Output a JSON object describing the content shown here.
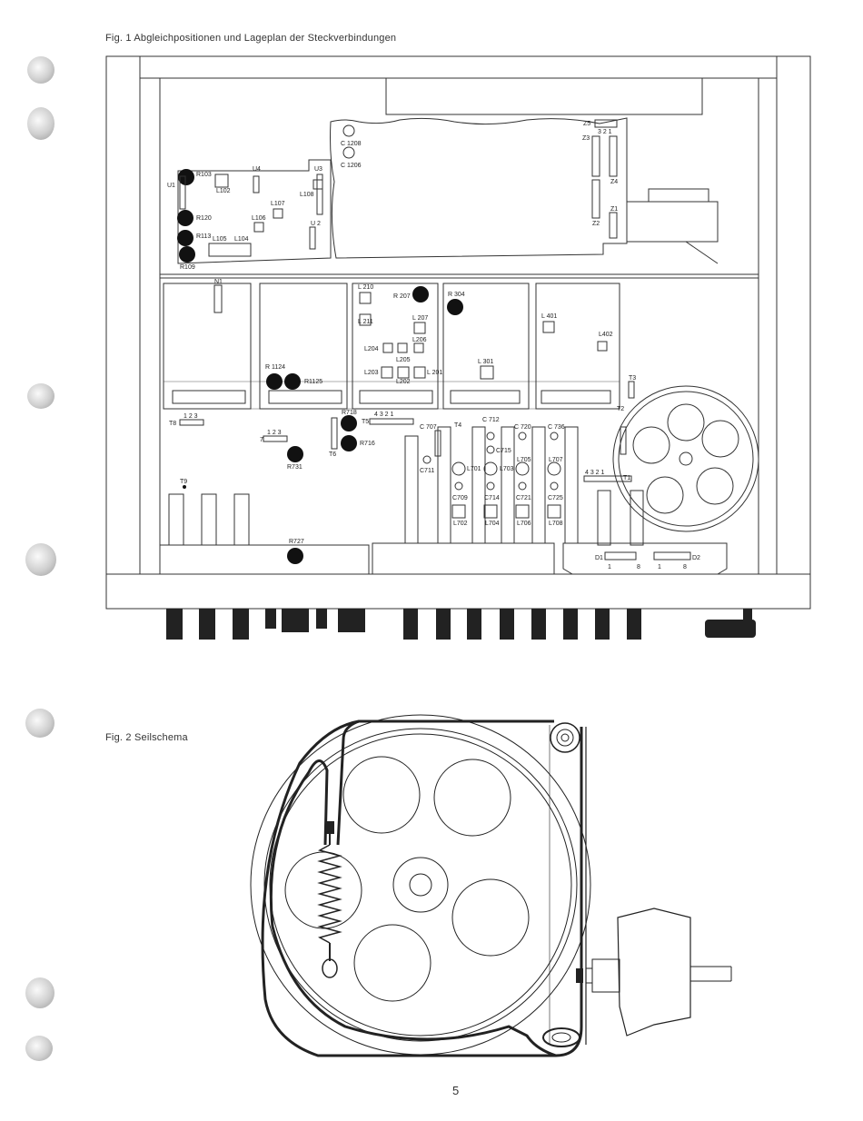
{
  "fig1": {
    "caption": "Fig. 1  Abgleichpositionen und Lageplan der Steckverbindungen",
    "labels": {
      "c1208": "C 1208",
      "c1206": "C 1206",
      "z5": "Z5",
      "z5_pins": "3  2  1",
      "z3": "Z3",
      "z4": "Z4",
      "z2": "Z2",
      "z1": "Z1",
      "r103": "R103",
      "l102": "L102",
      "u4": "U4",
      "u3": "U3",
      "u1": "U1",
      "l108": "L108",
      "l107": "L107",
      "l106": "L106",
      "r120": "R120",
      "u2": "U 2",
      "r113": "R113",
      "l105": "L105",
      "l104": "L104",
      "r109": "R109",
      "n1": "N1",
      "l210": "L 210",
      "r207": "R 207",
      "l211": "L 211",
      "l207": "L 207",
      "l206": "L206",
      "l204": "L204",
      "l205": "L205",
      "l203": "L203",
      "l202": "L202",
      "l201": "L 201",
      "r304": "R 304",
      "l301": "L 301",
      "l401": "L 401",
      "l402": "L402",
      "r1124": "R 1124",
      "r1125": "R1125",
      "t3": "T3",
      "t2": "T2",
      "t1": "T1",
      "t8": "T8",
      "t8_pins": "1  2  3",
      "t7": "7",
      "t7_pins": "1  2  3",
      "r718": "R718",
      "r716": "R716",
      "t5": "T5",
      "t5_pins": "4  3  2  1",
      "t6": "T6",
      "c707": "C 707",
      "c711": "C711",
      "t4": "T4",
      "c712": "C 712",
      "c715": "C715",
      "c720": "C 720",
      "c736": "C 736",
      "l701": "L701",
      "l703": "L703",
      "l705": "L705",
      "l707": "L707",
      "c709": "C709",
      "c714": "C714",
      "c721": "C721",
      "c725": "C725",
      "l702": "L702",
      "l704": "L704",
      "l706": "L706",
      "l708": "L708",
      "r731": "R731",
      "t9": "T9",
      "r727": "R727",
      "t1_pins": "4  3  2  1",
      "d1": "D1",
      "d2": "D2",
      "d_pin1": "1",
      "d_pin8": "8"
    }
  },
  "fig2": {
    "caption": "Fig. 2  Seilschema"
  },
  "page_number": "5"
}
